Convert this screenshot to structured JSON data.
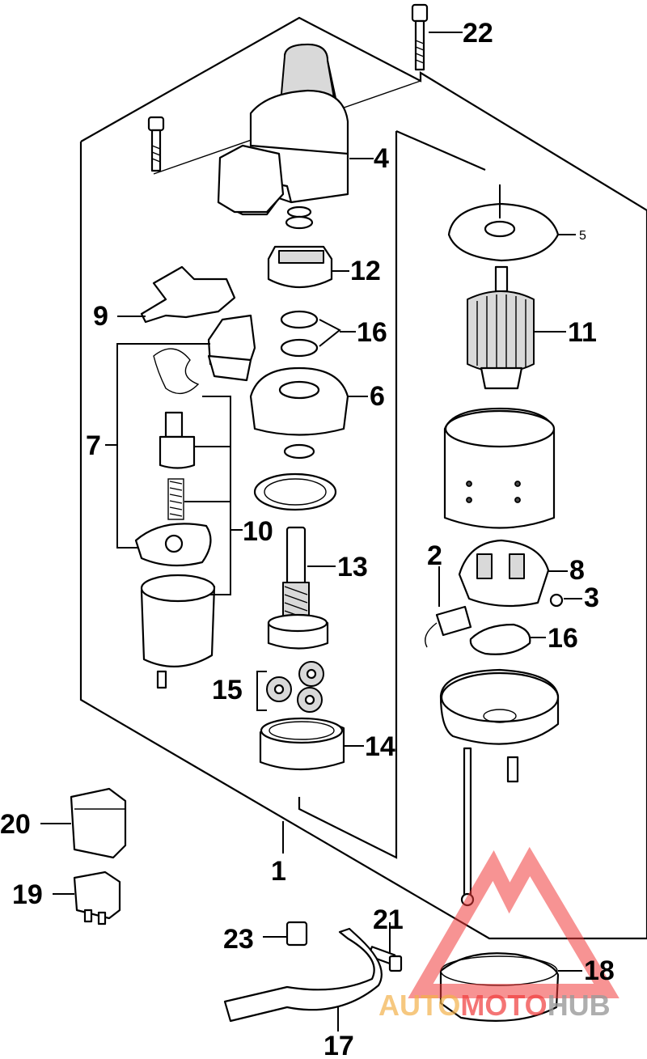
{
  "labels": {
    "l1": "1",
    "l2": "2",
    "l3": "3",
    "l4": "4",
    "l5": "5",
    "l6": "6",
    "l7": "7",
    "l8": "8",
    "l9": "9",
    "l10": "10",
    "l11": "11",
    "l12": "12",
    "l13": "13",
    "l14": "14",
    "l15": "15",
    "l16a": "16",
    "l16b": "16",
    "l17": "17",
    "l18": "18",
    "l19": "19",
    "l20": "20",
    "l21": "21",
    "l22": "22",
    "l23": "23"
  },
  "watermark": {
    "part1": "AUTO",
    "part2": "MOTO",
    "part3": "HUB",
    "color_auto": "#f2b04a",
    "color_moto": "#f03a3a",
    "color_hub": "#9a9a9a"
  }
}
